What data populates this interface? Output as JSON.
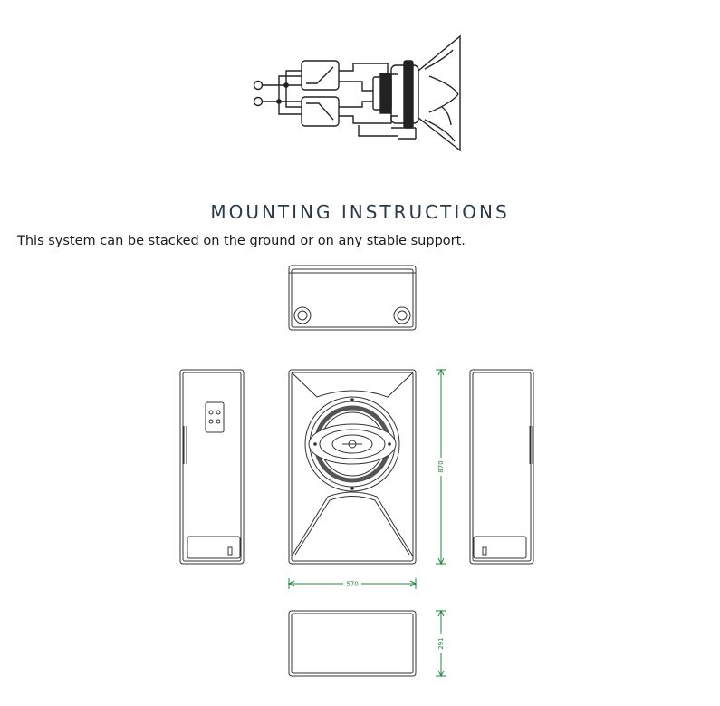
{
  "section": {
    "title": "MOUNTING INSTRUCTIONS",
    "description": "This system can be stacked on the ground or on any stable support."
  },
  "dimensions": {
    "height": "870",
    "width": "570",
    "depth": "291"
  },
  "colors": {
    "line": "#333333",
    "dimension": "#1f8a3a",
    "heading": "#2a3a4a"
  }
}
